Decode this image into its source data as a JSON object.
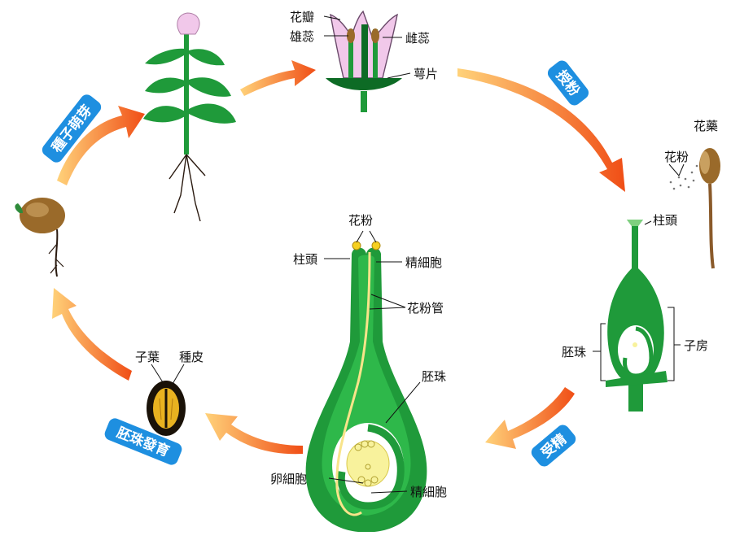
{
  "stages": {
    "germination": "種子萌芽",
    "pollination": "授粉",
    "fertilization": "受精",
    "embryo_development": "胚珠發育"
  },
  "flower": {
    "petal": "花瓣",
    "stamen": "雄蕊",
    "pistil": "雌蕊",
    "sepal": "萼片"
  },
  "stamen_detail": {
    "anther": "花藥",
    "pollen": "花粉"
  },
  "pistil_small": {
    "stigma": "柱頭",
    "ovule": "胚珠",
    "ovary": "子房"
  },
  "pistil_large": {
    "pollen": "花粉",
    "stigma": "柱頭",
    "sperm_top": "精細胞",
    "pollen_tube": "花粉管",
    "ovule": "胚珠",
    "egg": "卵細胞",
    "sperm_bottom": "精細胞"
  },
  "seed": {
    "cotyledon": "子葉",
    "seed_coat": "種皮"
  },
  "colors": {
    "arrow": "#f26a1f",
    "badge": "#1e8fe0",
    "green": "#1f9a3a",
    "dark_green": "#0d6b25",
    "petal": "#f1c8ea",
    "ovule_yellow": "#f8f29c"
  }
}
